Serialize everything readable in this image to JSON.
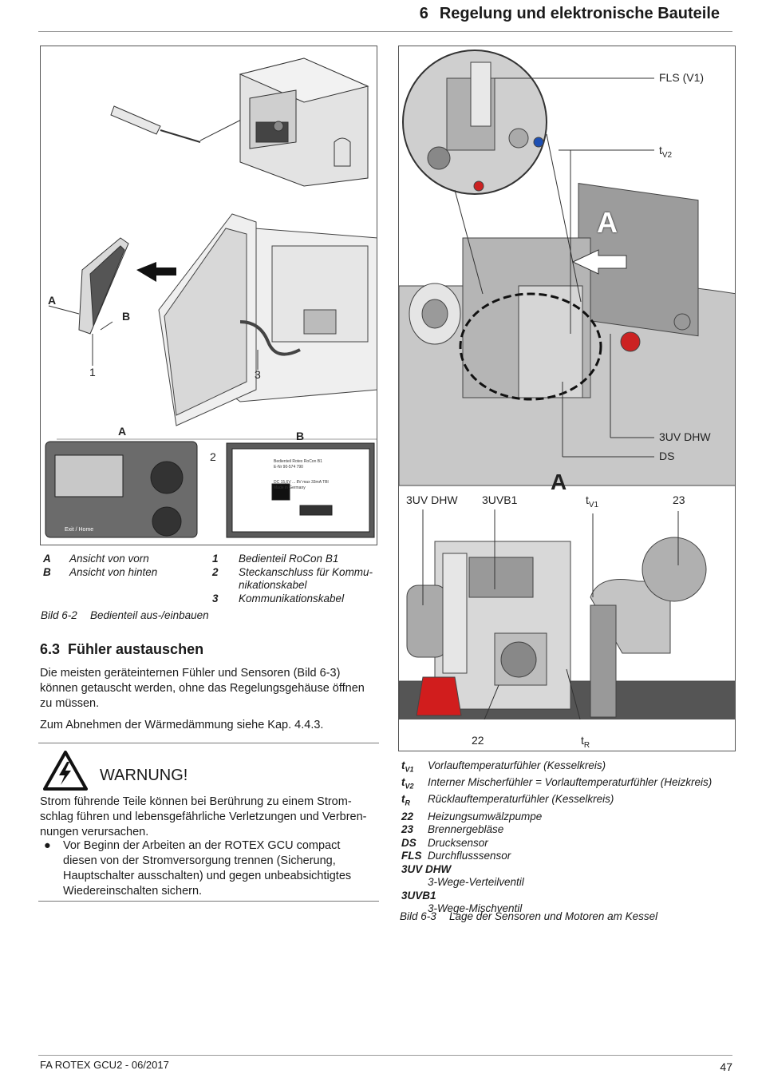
{
  "header": {
    "chapter_number": "6",
    "chapter_title": "Regelung und elektronische Bauteile"
  },
  "fig_left": {
    "callouts": {
      "a1": "A",
      "b1": "B",
      "n1": "1",
      "n3": "3",
      "panel_a": "A",
      "panel_b": "B",
      "n2": "2"
    },
    "panel_b_label_lines": [
      "Bedienteil Rotex RoCon B1",
      "E-Nr 90-574 790",
      "DC 15,6V ... 8V max 33mA TBI",
      "Made in Germany"
    ],
    "panel_a_button": "Exit / Home"
  },
  "legend_6_2": {
    "left": [
      {
        "key": "A",
        "val": "Ansicht von vorn"
      },
      {
        "key": "B",
        "val": "Ansicht von hinten"
      }
    ],
    "right": [
      {
        "key": "1",
        "val": "Bedienteil RoCon B1"
      },
      {
        "key": "2",
        "val": "Steckanschluss für Kommu-"
      },
      {
        "key": "",
        "val": "nikationskabel"
      },
      {
        "key": "3",
        "val": "Kommunikationskabel"
      }
    ]
  },
  "caption_6_2": {
    "num": "Bild 6-2",
    "text": "Bedienteil aus-/einbauen"
  },
  "section": {
    "number": "6.3",
    "title": "Fühler austauschen"
  },
  "paragraphs": {
    "p1": [
      "Die meisten geräteinternen Fühler und Sensoren (Bild 6-3)",
      "können getauscht werden, ohne das Regelungsgehäuse öffnen",
      "zu müssen."
    ],
    "p2": "Zum Abnehmen der Wärmedämmung siehe Kap. 4.4.3."
  },
  "warning": {
    "title": "WARNUNG!",
    "text": [
      "Strom führende Teile können bei Berührung zu einem Strom-",
      "schlag führen und lebensgefährliche Verletzungen und Verbren-",
      "nungen verursachen."
    ],
    "bullet_symbol": "●",
    "bullet": [
      "Vor Beginn der Arbeiten an der ROTEX GCU compact",
      "diesen von der Stromversorgung trennen (Sicherung,",
      "Hauptschalter ausschalten) und gegen unbeabsichtigtes",
      "Wiedereinschalten sichern."
    ]
  },
  "fig_right": {
    "callouts": {
      "fls": "FLS (V1)",
      "tv2_main": "t",
      "tv2_sub": "V2",
      "big_a1": "A",
      "uv_dhw1": "3UV DHW",
      "ds": "DS",
      "uv_dhw2": "3UV DHW",
      "uvb1": "3UVB1",
      "big_a2": "A",
      "tv1_main": "t",
      "tv1_sub": "V1",
      "n23": "23",
      "n22": "22",
      "tr_main": "t",
      "tr_sub": "R"
    }
  },
  "legend_6_3": [
    {
      "key": "t",
      "sub": "V1",
      "val": "Vorlauftemperaturfühler (Kesselkreis)"
    },
    {
      "key": "t",
      "sub": "V2",
      "val": "Interner Mischerfühler = Vorlauftemperaturfühler (Heizkreis)"
    },
    {
      "key": "t",
      "sub": "R",
      "val": "Rücklauftemperaturfühler (Kesselkreis)"
    },
    {
      "key": "22",
      "sub": "",
      "val": "Heizungsumwälzpumpe"
    },
    {
      "key": "23",
      "sub": "",
      "val": "Brennergebläse"
    },
    {
      "key": "DS",
      "sub": "",
      "val": "Drucksensor"
    },
    {
      "key": "FLS",
      "sub": "",
      "val": "Durchflusssensor"
    }
  ],
  "legend_6_3_extra": [
    {
      "key": "3UV DHW",
      "val": "3-Wege-Verteilventil"
    },
    {
      "key": "3UVB1",
      "val": "3-Wege-Mischventil"
    }
  ],
  "caption_6_3": {
    "num": "Bild 6-3",
    "text": "Lage der Sensoren und Motoren am Kessel"
  },
  "footer": {
    "left": "FA ROTEX GCU2 - 06/2017",
    "page": "47"
  }
}
